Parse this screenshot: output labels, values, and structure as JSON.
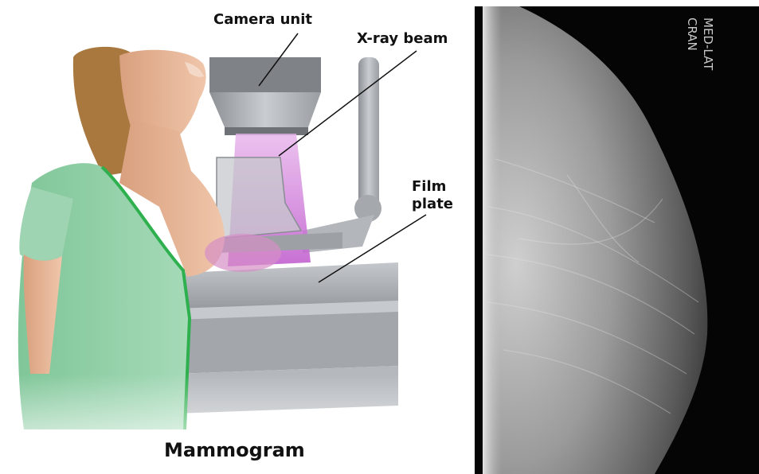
{
  "labels": {
    "camera_unit": "Camera unit",
    "xray_beam": "X-ray beam",
    "film_line1": "Film",
    "film_line2": "plate"
  },
  "caption": "Mammogram",
  "xray_marker": {
    "line1": "MED-LAT",
    "line2": "CRAN"
  },
  "colors": {
    "gown": "#8fcfa6",
    "gown_trim": "#2fb04f",
    "skin": "#e8b598",
    "hair": "#a87a4a",
    "beam": "#cf7fd8",
    "machine": "#b9bcc0",
    "xray_bg": "#050505"
  }
}
